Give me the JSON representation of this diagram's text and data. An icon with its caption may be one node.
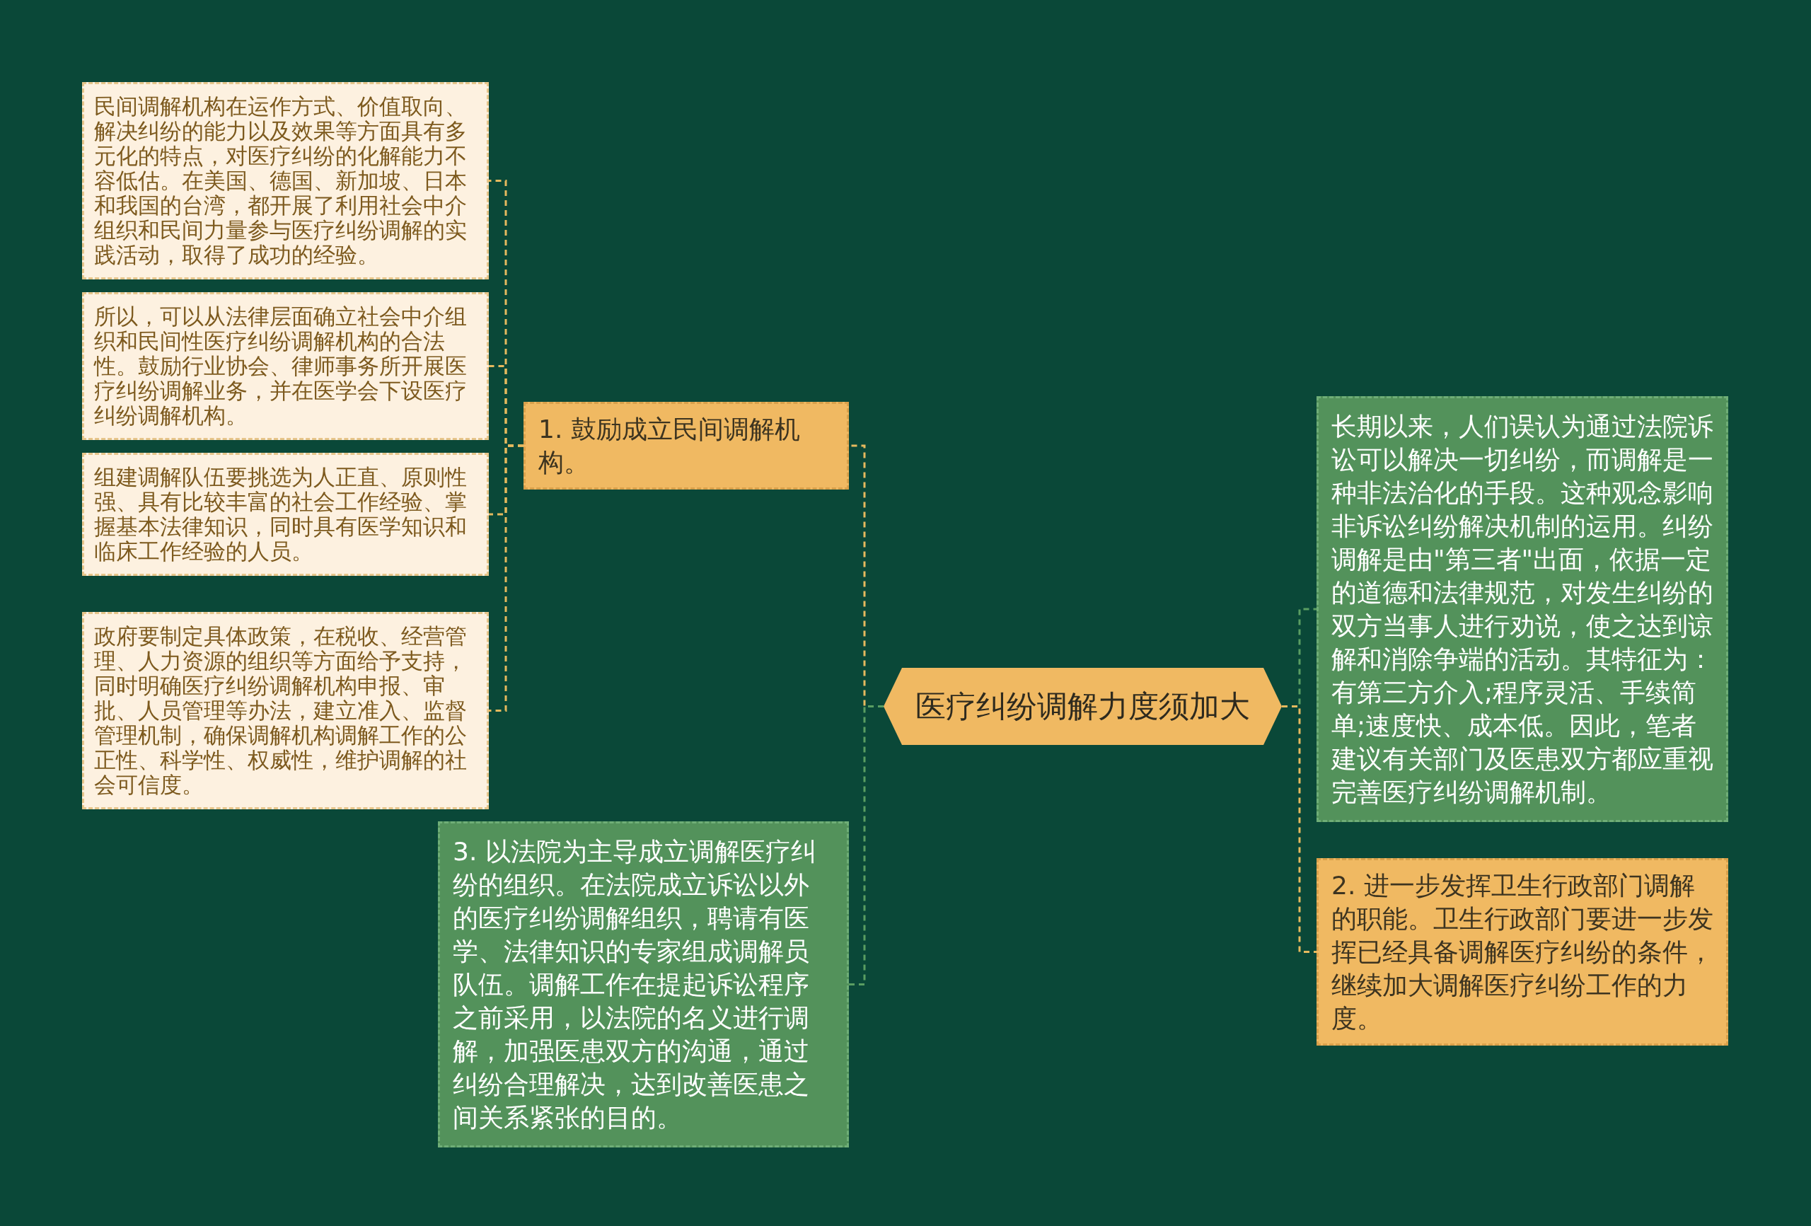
{
  "diagram": {
    "nodes": [
      {
        "text": [
          "医疗纠纷调解力度须加大"
        ]
      },
      {
        "text": [
          "1. 鼓励成立民间调解机构。"
        ]
      },
      {
        "text": [
          "民间调解机构在运作方式、价值取向、解决纠纷的能力以及效果等方面具有多元化的特点，对医疗纠纷的化解能力不容低估。在美国、德国、新加坡、日本和我国的台湾，都开展了利用社会中介组织和民间力量参与医疗纠纷调解的实践活动，取得了成功的经验。"
        ]
      },
      {
        "text": [
          "所以，可以从法律层面确立社会中介组织和民间性医疗纠纷调解机构的合法性。鼓励行业协会、律师事务所开展医疗纠纷调解业务，并在医学会下设医疗纠纷调解机构。"
        ]
      },
      {
        "text": [
          "组建调解队伍要挑选为人正直、原则性强、具有比较丰富的社会工作经验、掌握基本法律知识，同时具有医学知识和临床工作经验的人员。"
        ]
      },
      {
        "text": [
          "政府要制定具体政策，在税收、经营管理、人力资源的组织等方面给予支持，同时明确医疗纠纷调解机构申报、审批、人员管理等办法，建立准入、监督管理机制，确保调解机构调解工作的公正性、科学性、权威性，维护调解的社会可信度。"
        ]
      },
      {
        "text": [
          "3. 以法院为主导成立调解医疗纠纷的组织。在法院成立诉讼以外的医疗纠纷调解组织，聘请有医学、法律知识的专家组成调解员队伍。调解工作在提起诉讼程序之前采用，以法院的名义进行调解，加强医患双方的沟通，通过纠纷合理解决，达到改善医患之间关系紧张的目的。"
        ]
      },
      {
        "text": [
          "长期以来，人们误认为通过法院诉讼可以解决一切纠纷，而调解是一种非法治化的手段。这种观念影响非诉讼纠纷解决机制的运用。纠纷调解是由\"第三者\"出面，依据一定的道德和法律规范，对发生纠纷的双方当事人进行劝说，使之达到谅解和消除争端的活动。其特征为：有第三方介入;程序灵活、手续简单;速度快、成本低。因此，笔者建议有关部门及医患双方都应重视完善医疗纠纷调解机制。"
        ]
      },
      {
        "text": [
          "2. 进一步发挥卫生行政部门调解的职能。卫生行政部门要进一步发挥已经具备调解医疗纠纷的条件，继续加大调解医疗纠纷工作的力度。"
        ]
      }
    ],
    "edges": [
      {
        "from": 0,
        "to": 1,
        "arrow": "none"
      },
      {
        "from": 0,
        "to": 6,
        "arrow": "none",
        "color": "#5a9e62"
      },
      {
        "from": 0,
        "to": 7,
        "arrow": "none",
        "color": "#5a9e62"
      },
      {
        "from": 0,
        "to": 8,
        "arrow": "none"
      },
      {
        "from": 1,
        "to": 2,
        "arrow": "none"
      },
      {
        "from": 1,
        "to": 3,
        "arrow": "none"
      },
      {
        "from": 1,
        "to": 4,
        "arrow": "none"
      },
      {
        "from": 1,
        "to": 5,
        "arrow": "none"
      }
    ]
  }
}
